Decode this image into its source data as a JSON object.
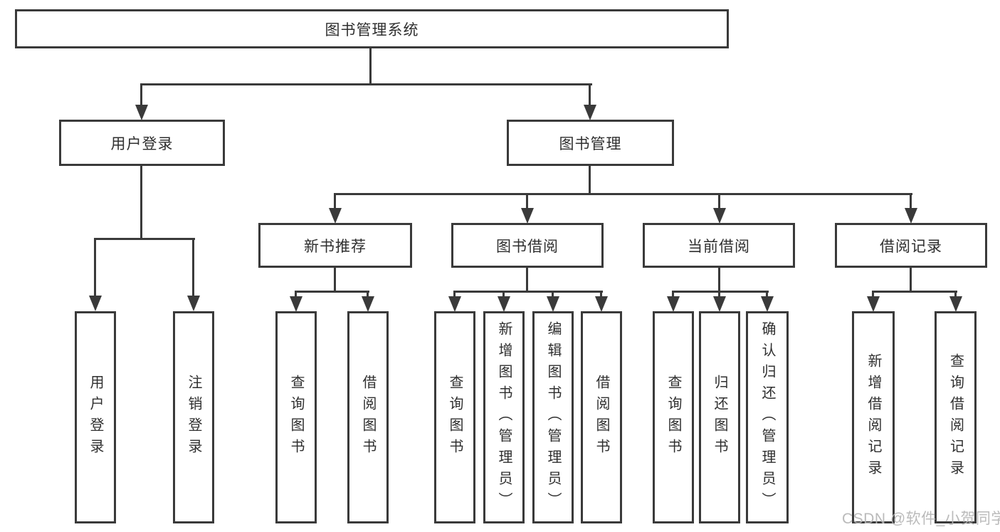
{
  "tree": {
    "root": {
      "label": "图书管理系统",
      "children": [
        {
          "label": "用户登录",
          "children": [
            {
              "label": "用户登录"
            },
            {
              "label": "注销登录"
            }
          ]
        },
        {
          "label": "图书管理",
          "children": [
            {
              "label": "新书推荐",
              "children": [
                {
                  "label": "查询图书"
                },
                {
                  "label": "借阅图书"
                }
              ]
            },
            {
              "label": "图书借阅",
              "children": [
                {
                  "label": "查询图书"
                },
                {
                  "label": "新增图书（管理员）"
                },
                {
                  "label": "编辑图书（管理员）"
                },
                {
                  "label": "借阅图书"
                }
              ]
            },
            {
              "label": "当前借阅",
              "children": [
                {
                  "label": "查询图书"
                },
                {
                  "label": "归还图书"
                },
                {
                  "label": "确认归还（管理员）"
                }
              ]
            },
            {
              "label": "借阅记录",
              "children": [
                {
                  "label": "新增借阅记录"
                },
                {
                  "label": "查询借阅记录"
                }
              ]
            }
          ]
        }
      ]
    }
  },
  "watermark": {
    "text": "CSDN @软件_小贺同学"
  },
  "colors": {
    "line": "#3a3a3a",
    "text": "#2f2f2f",
    "watermark": "#b5b5b5",
    "background": "#ffffff"
  }
}
